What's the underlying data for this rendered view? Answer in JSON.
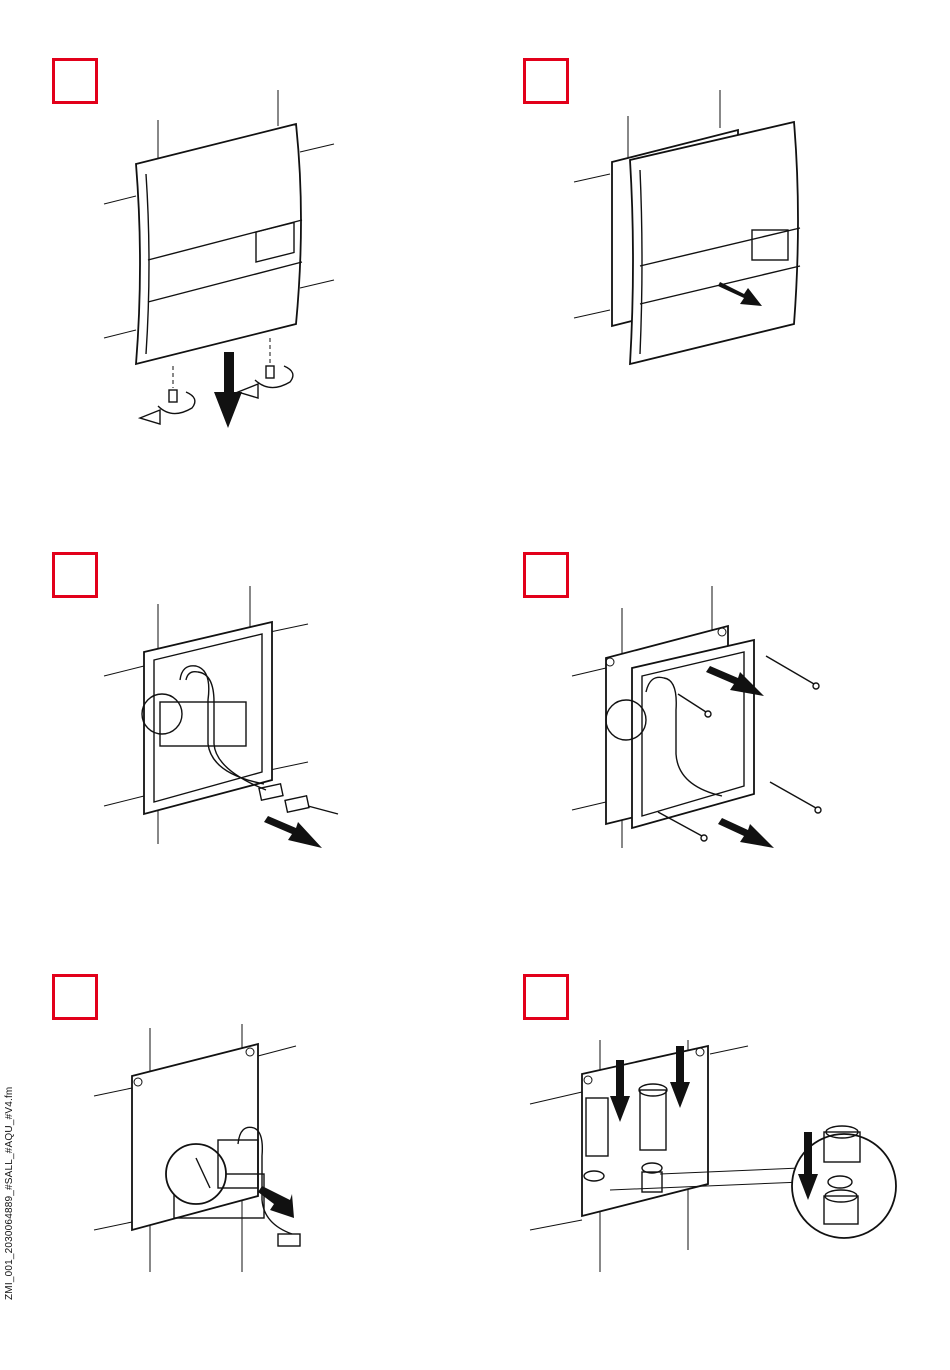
{
  "accent_color": "#e2001a",
  "footer": {
    "file_reference": "ZMI_001_2030064889_#SALL_#AQU_#V4.fm"
  },
  "steps": [
    {
      "figure": "remove-cover-plate-screws"
    },
    {
      "figure": "pull-off-cover-plate"
    },
    {
      "figure": "disconnect-cable-connector"
    },
    {
      "figure": "unscrew-frame-bolts"
    },
    {
      "figure": "remove-solenoid-valve"
    },
    {
      "figure": "install-valve-fittings-with-seals"
    }
  ],
  "icons": {
    "down-arrow": "down-arrow-icon",
    "rotate": "rotate-arrow-icon",
    "pull": "pull-arrow-icon",
    "screw": "screw-icon",
    "bolt": "bolt-icon"
  }
}
